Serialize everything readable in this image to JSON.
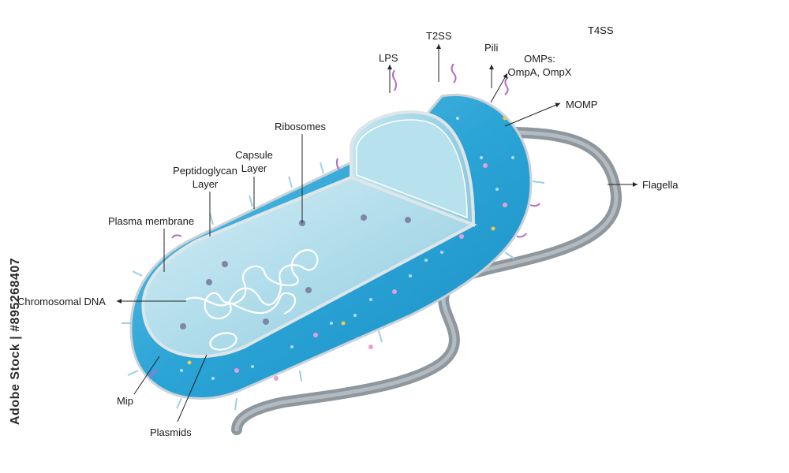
{
  "labels": {
    "lps": "LPS",
    "t2ss": "T2SS",
    "pili": "Pili",
    "t4ss": "T4SS",
    "omps_line1": "OMPs:",
    "omps_line2": "OmpA, OmpX",
    "momp": "MOMP",
    "ribosomes": "Ribosomes",
    "capsule_line1": "Capsule",
    "capsule_line2": "Layer",
    "peptidoglycan_line1": "Peptidoglycan",
    "peptidoglycan_line2": "Layer",
    "plasma_membrane": "Plasma membrane",
    "chromosomal_dna": "Chromosomal DNA",
    "flagella": "Flagella",
    "mip": "Mip",
    "plasmids": "Plasmids"
  },
  "stock_id": "Adobe Stock | #895268407",
  "colors": {
    "outer_blue": "#2aa6d6",
    "inner_blue": "#a9d8e6",
    "membrane_grey": "#c9d2d8",
    "flagellum_grey": "#8e979d",
    "pili_purple": "#b36bc6"
  }
}
